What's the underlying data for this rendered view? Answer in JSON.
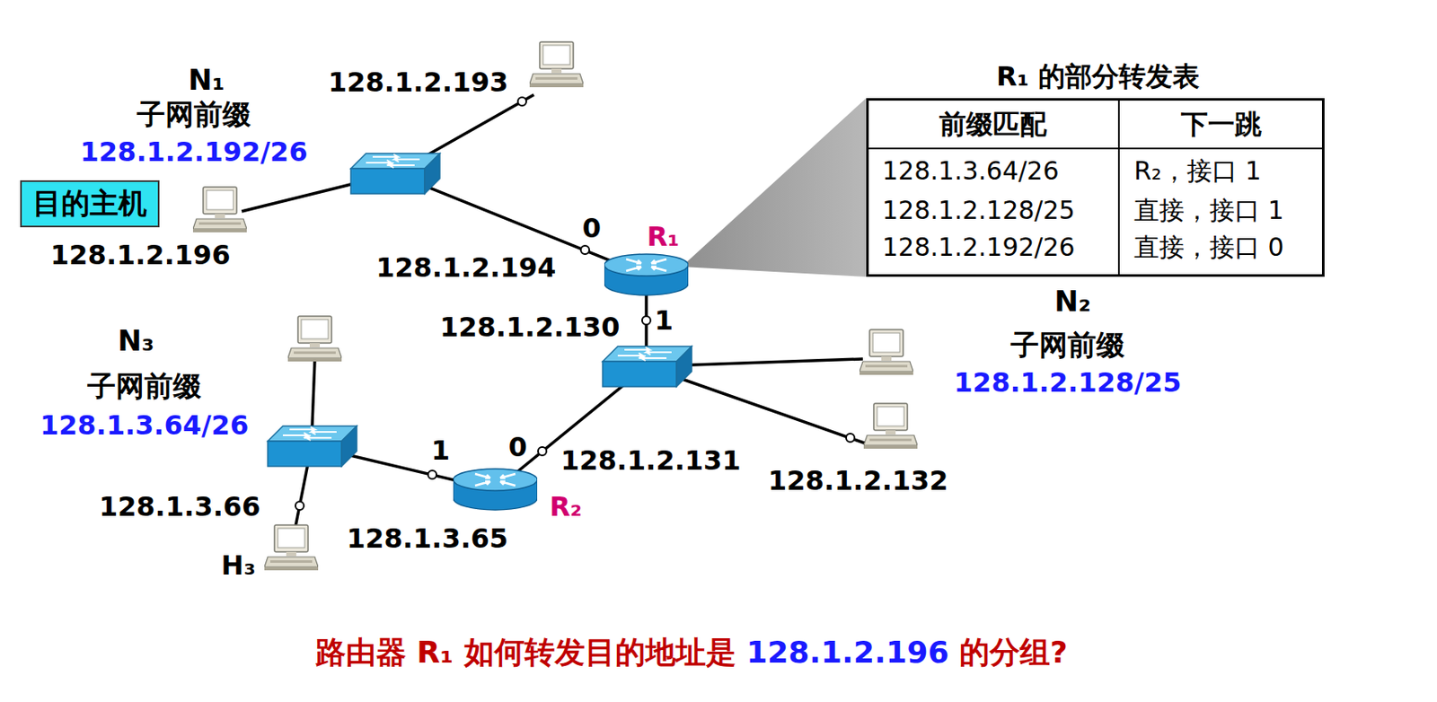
{
  "diagram": {
    "caption": "路由器 R₁ 如何转发目的地址是 128.1.2.196 的分组?",
    "nodes": [
      {
        "text": [
          "N₁",
          "子网前缀",
          "128.1.2.192/26"
        ]
      },
      {
        "text": [
          "目的主机"
        ]
      },
      {
        "text": [
          "R₁ 的部分转发表"
        ]
      },
      {
        "text": [
          "N₂",
          "子网前缀",
          "128.1.2.128/25"
        ]
      },
      {
        "text": [
          "N₃",
          "子网前缀",
          "128.1.3.64/26"
        ]
      }
    ],
    "labels": [
      "128.1.2.193",
      "128.1.2.196",
      "0",
      "128.1.2.194",
      "R₁",
      "128.1.2.130",
      "1",
      "前缀匹配",
      "下一跳",
      "128.1.3.64/26",
      "R₂，接口 1",
      "128.1.2.128/25",
      "直接，接口 1",
      "128.1.2.192/26",
      "直接，接口 0",
      "128.1.2.131",
      "0",
      "1",
      "128.1.2.132",
      "128.1.3.66",
      "128.1.3.65",
      "R₂",
      "H₃"
    ]
  }
}
